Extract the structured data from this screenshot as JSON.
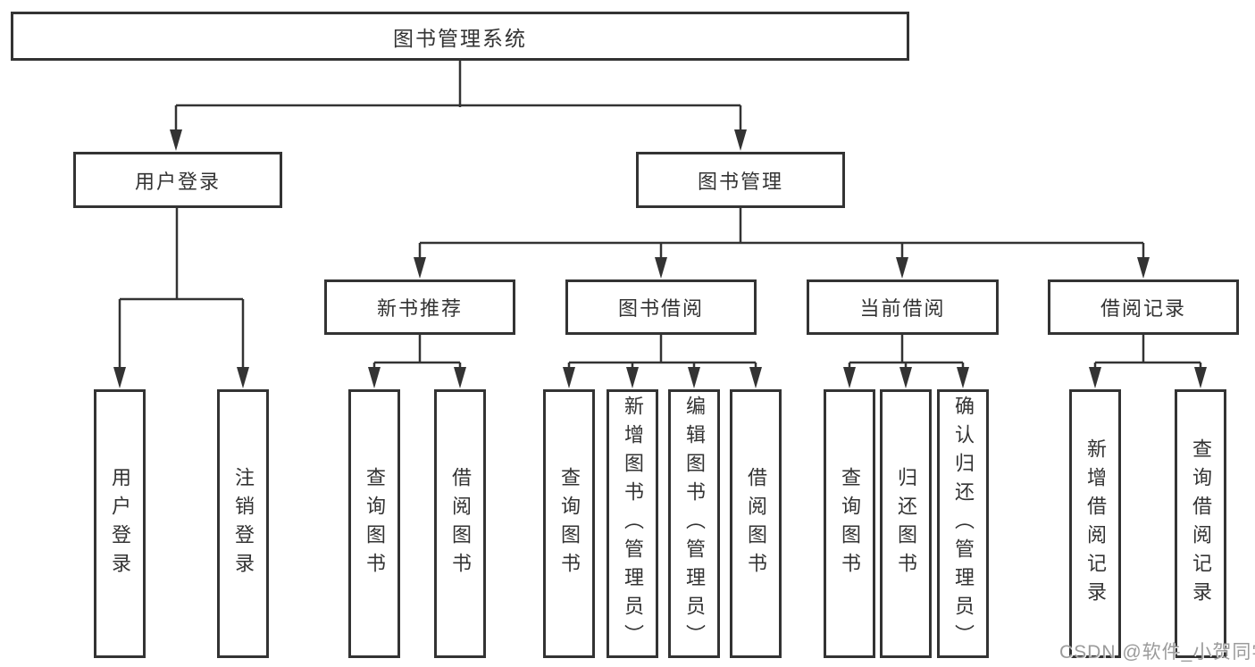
{
  "diagram": {
    "title": "图书管理系统",
    "root": {
      "label": "图书管理系统",
      "children": [
        {
          "label": "用户登录",
          "children": [
            {
              "label": "用户登录"
            },
            {
              "label": "注销登录"
            }
          ]
        },
        {
          "label": "图书管理",
          "children": [
            {
              "label": "新书推荐",
              "children": [
                {
                  "label": "查询图书"
                },
                {
                  "label": "借阅图书"
                }
              ]
            },
            {
              "label": "图书借阅",
              "children": [
                {
                  "label": "查询图书"
                },
                {
                  "label": "新增图书（管理员）"
                },
                {
                  "label": "编辑图书（管理员）"
                },
                {
                  "label": "借阅图书"
                }
              ]
            },
            {
              "label": "当前借阅",
              "children": [
                {
                  "label": "查询图书"
                },
                {
                  "label": "归还图书"
                },
                {
                  "label": "确认归还（管理员）"
                }
              ]
            },
            {
              "label": "借阅记录",
              "children": [
                {
                  "label": "新增借阅记录"
                },
                {
                  "label": "查询借阅记录"
                }
              ]
            }
          ]
        }
      ]
    }
  },
  "watermark": {
    "text": "CSDN @软件_小贺同学"
  },
  "colors": {
    "line": "#333333",
    "box_border": "#333333",
    "text": "#333333",
    "box_background": "#ffffff",
    "page_background": "#ffffff",
    "watermark": "#9b9b9b"
  }
}
